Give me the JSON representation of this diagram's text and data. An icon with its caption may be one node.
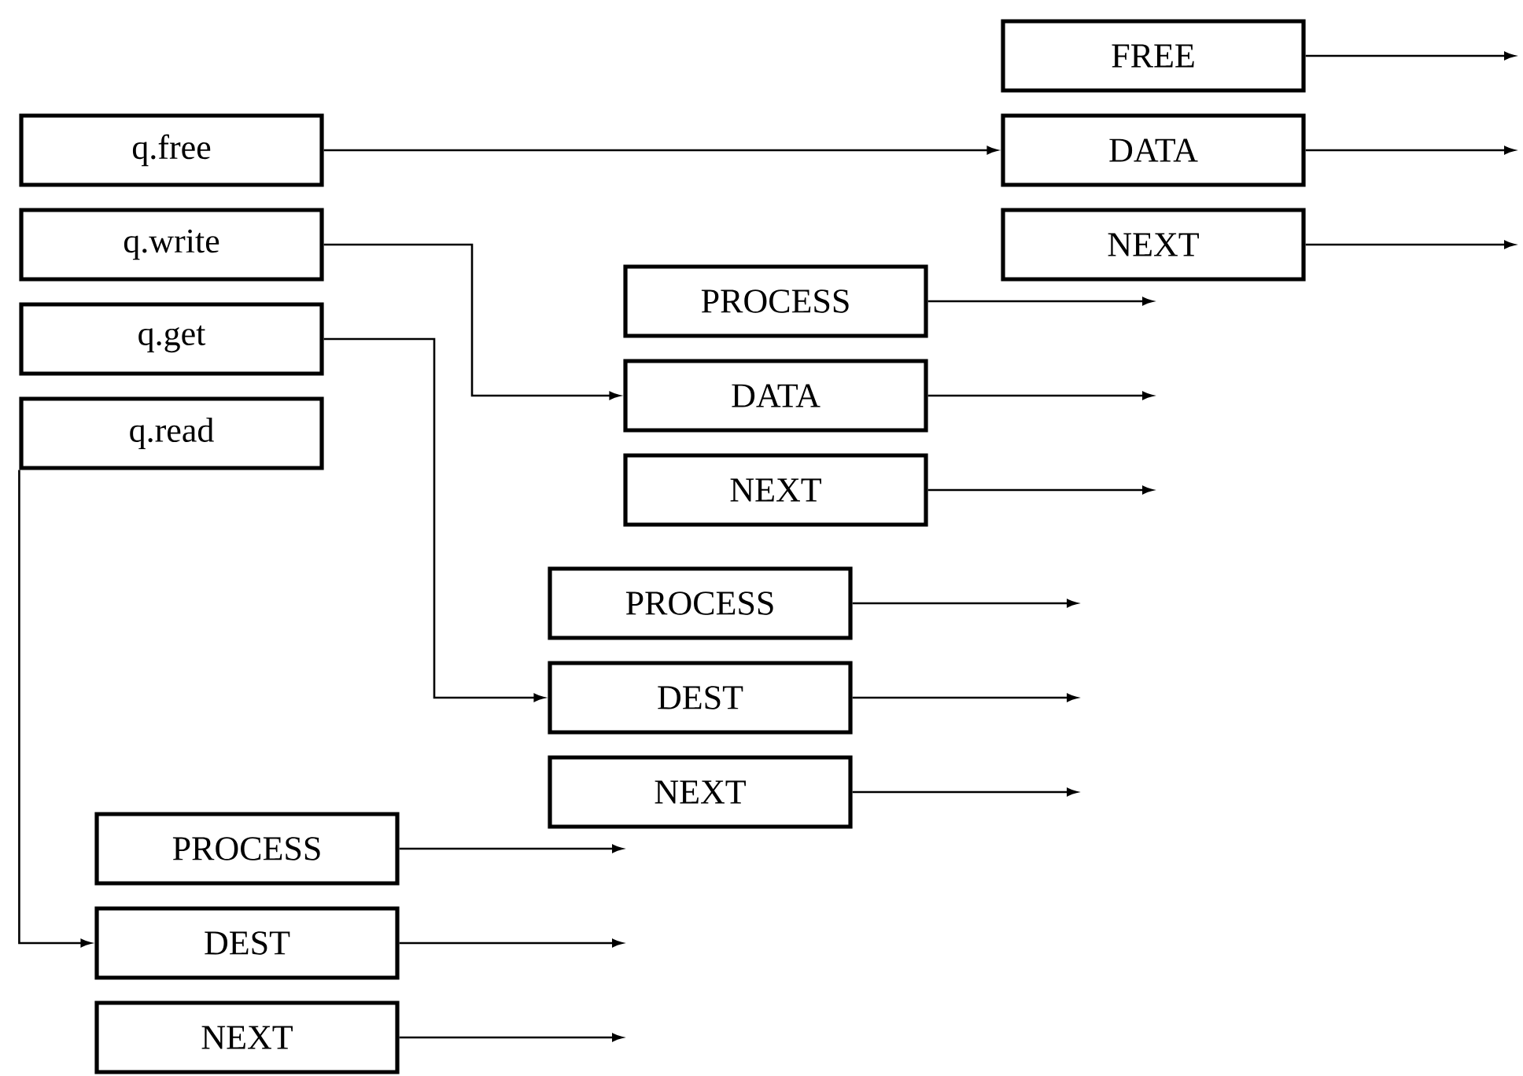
{
  "diagram": {
    "nodes": [
      {
        "text": [
          "q.free"
        ]
      },
      {
        "text": [
          "q.write"
        ]
      },
      {
        "text": [
          "q.get"
        ]
      },
      {
        "text": [
          "q.read"
        ]
      },
      {
        "text": [
          "FREE"
        ]
      },
      {
        "text": [
          "DATA"
        ]
      },
      {
        "text": [
          "NEXT"
        ]
      },
      {
        "text": [
          "PROCESS"
        ]
      },
      {
        "text": [
          "DATA"
        ]
      },
      {
        "text": [
          "NEXT"
        ]
      },
      {
        "text": [
          "PROCESS"
        ]
      },
      {
        "text": [
          "DEST"
        ]
      },
      {
        "text": [
          "NEXT"
        ]
      },
      {
        "text": [
          "PROCESS"
        ]
      },
      {
        "text": [
          "DEST"
        ]
      },
      {
        "text": [
          "NEXT"
        ]
      }
    ],
    "edges": [
      {
        "from": 0,
        "to": 5,
        "arrow": "to"
      },
      {
        "from": 1,
        "to": 8,
        "arrow": "to"
      },
      {
        "from": 2,
        "to": 11,
        "arrow": "to"
      },
      {
        "from": 3,
        "to": 14,
        "arrow": "to"
      },
      {
        "from": 4,
        "to": null,
        "arrow": "to"
      },
      {
        "from": 5,
        "to": null,
        "arrow": "to"
      },
      {
        "from": 6,
        "to": null,
        "arrow": "to"
      },
      {
        "from": 7,
        "to": null,
        "arrow": "to"
      },
      {
        "from": 8,
        "to": null,
        "arrow": "to"
      },
      {
        "from": 9,
        "to": null,
        "arrow": "to"
      },
      {
        "from": 10,
        "to": null,
        "arrow": "to"
      },
      {
        "from": 11,
        "to": null,
        "arrow": "to"
      },
      {
        "from": 12,
        "to": null,
        "arrow": "to"
      },
      {
        "from": 13,
        "to": null,
        "arrow": "to"
      },
      {
        "from": 14,
        "to": null,
        "arrow": "to"
      },
      {
        "from": 15,
        "to": null,
        "arrow": "to"
      }
    ]
  }
}
